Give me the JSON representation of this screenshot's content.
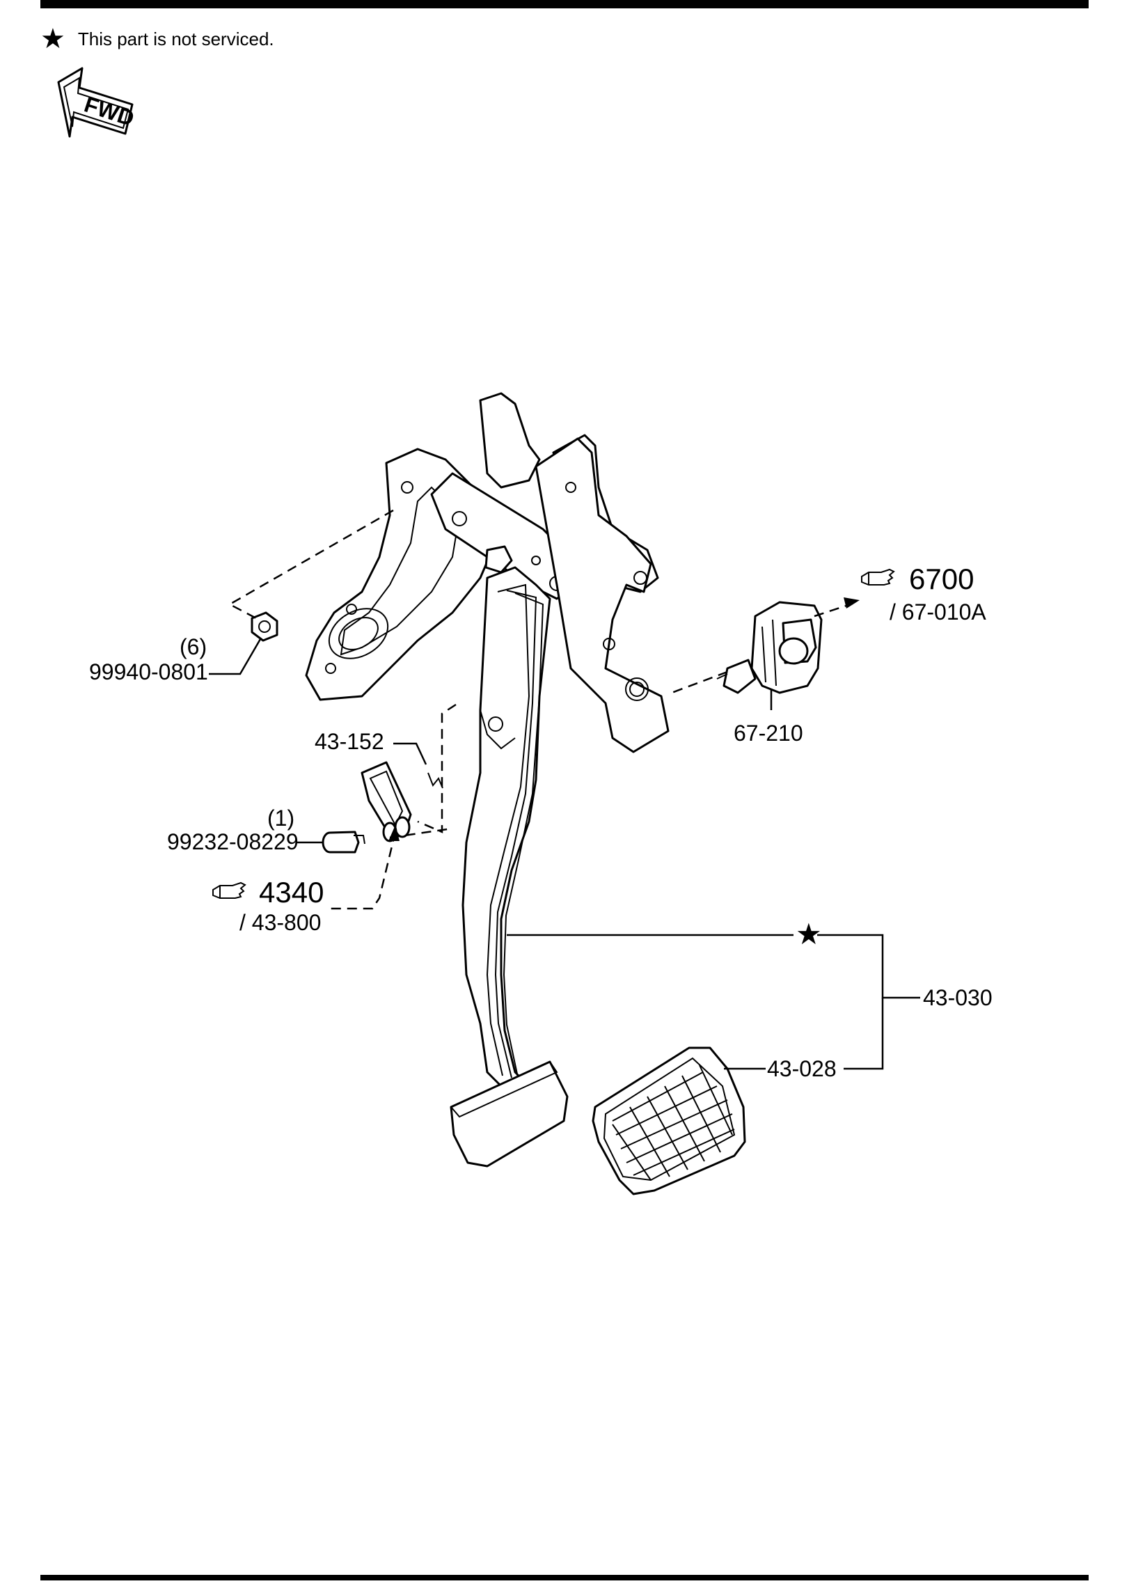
{
  "header": {
    "note_star": "★",
    "note_text": "This part is not serviced.",
    "fwd_label": "FWD"
  },
  "callouts": {
    "ref_6700": "6700",
    "ref_67010a": "/ 67-010A",
    "ref_4340": "4340",
    "ref_43800": "/ 43-800",
    "part_67210": "67-210",
    "part_43152": "43-152",
    "qty_nut": "(6)",
    "part_99940": "99940-0801",
    "qty_pin": "(1)",
    "part_99232": "99232-08229",
    "part_43030": "43-030",
    "part_43028": "43-028",
    "star_marker": "★"
  },
  "icons": {
    "reference": "pointing-hand-icon",
    "direction": "fwd-arrow-icon"
  }
}
